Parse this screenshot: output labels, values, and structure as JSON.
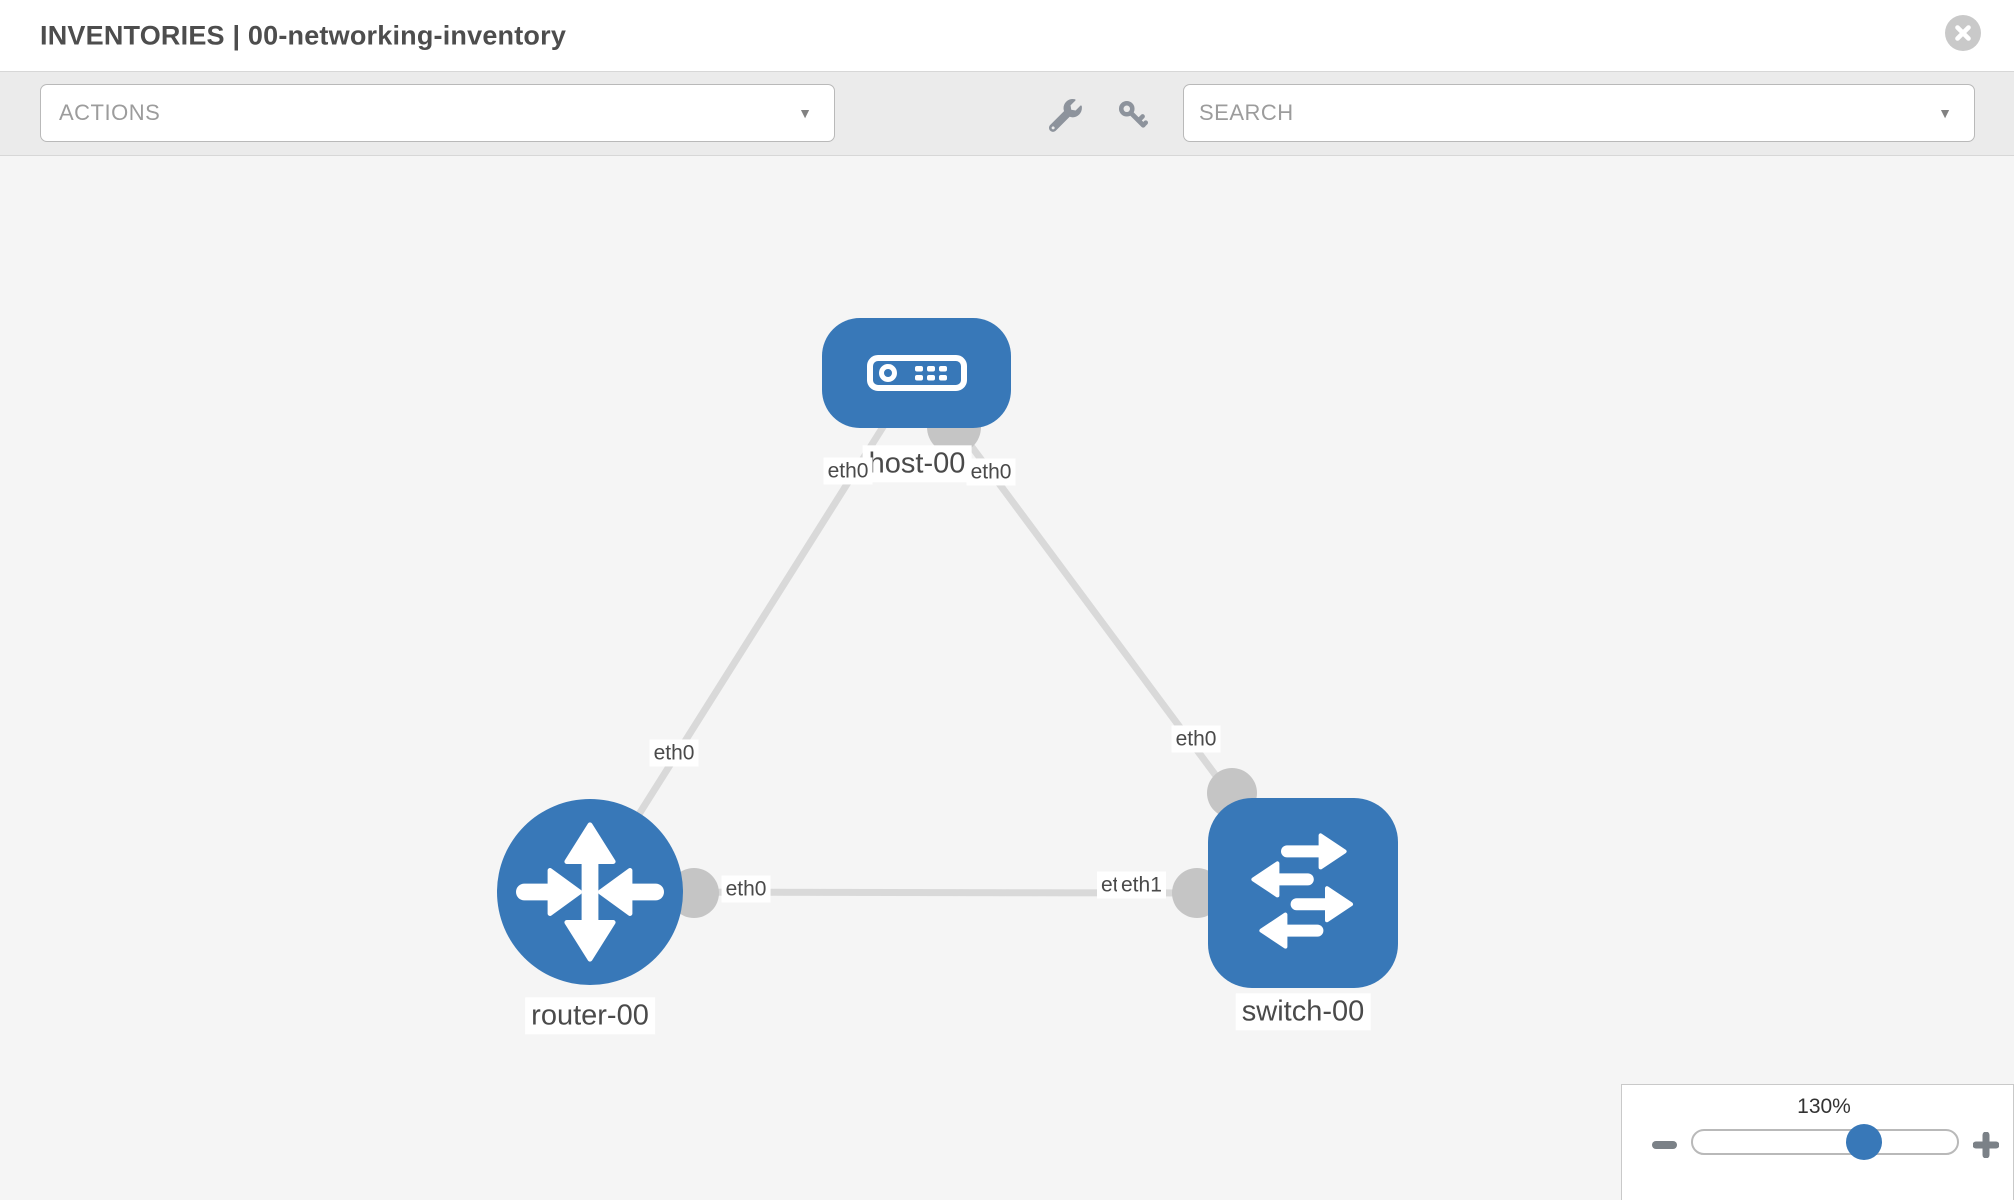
{
  "header": {
    "title": "INVENTORIES | 00-networking-inventory",
    "close_icon": "x-circle"
  },
  "toolbar": {
    "actions_label": "ACTIONS",
    "search_label": "SEARCH",
    "wrench_icon": "wrench",
    "key_icon": "key"
  },
  "topology": {
    "nodes": [
      {
        "label": "host-00",
        "type": "host"
      },
      {
        "label": "router-00",
        "type": "router"
      },
      {
        "label": "switch-00",
        "type": "switch"
      }
    ],
    "links": [
      {
        "from": "host-00",
        "to": "router-00",
        "from_interface": "eth0",
        "to_interface": "eth0"
      },
      {
        "from": "host-00",
        "to": "switch-00",
        "from_interface": "eth0",
        "to_interface": "eth0"
      },
      {
        "from": "router-00",
        "to": "switch-00",
        "from_interface": "eth0",
        "to_interface": "eth1"
      }
    ]
  },
  "zoom_control": {
    "level": "130%"
  },
  "colors": {
    "node_blue": "#3878b8",
    "link_gray": "#d9d9d9",
    "port_gray": "#c5c5c5",
    "toolbar_bg": "#ebebeb",
    "canvas_bg": "#f5f5f5"
  }
}
